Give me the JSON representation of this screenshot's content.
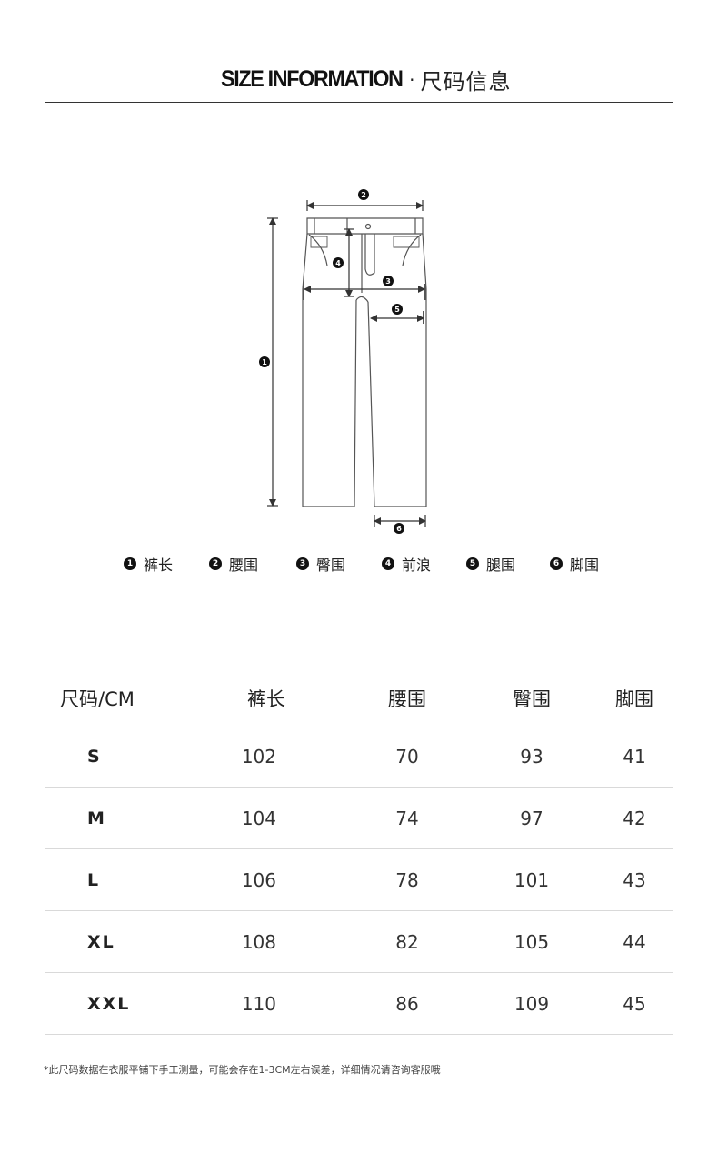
{
  "header": {
    "title_en": "SIZE INFORMATION",
    "separator": "·",
    "title_cn": "尺码信息"
  },
  "diagram": {
    "markers": [
      "1",
      "2",
      "3",
      "4",
      "5",
      "6"
    ]
  },
  "legend": [
    {
      "num": "1",
      "label": "裤长"
    },
    {
      "num": "2",
      "label": "腰围"
    },
    {
      "num": "3",
      "label": "臀围"
    },
    {
      "num": "4",
      "label": "前浪"
    },
    {
      "num": "5",
      "label": "腿围"
    },
    {
      "num": "6",
      "label": "脚围"
    }
  ],
  "table": {
    "headers": [
      "尺码/CM",
      "裤长",
      "腰围",
      "臀围",
      "脚围"
    ],
    "rows": [
      {
        "size": "S",
        "length": "102",
        "waist": "70",
        "hip": "93",
        "hem": "41"
      },
      {
        "size": "M",
        "length": "104",
        "waist": "74",
        "hip": "97",
        "hem": "42"
      },
      {
        "size": "L",
        "length": "106",
        "waist": "78",
        "hip": "101",
        "hem": "43"
      },
      {
        "size": "XL",
        "length": "108",
        "waist": "82",
        "hip": "105",
        "hem": "44"
      },
      {
        "size": "XXL",
        "length": "110",
        "waist": "86",
        "hip": "109",
        "hem": "45"
      }
    ]
  },
  "note": "*此尺码数据在衣服平铺下手工测量，可能会存在1-3CM左右误差，详细情况请咨询客服哦"
}
